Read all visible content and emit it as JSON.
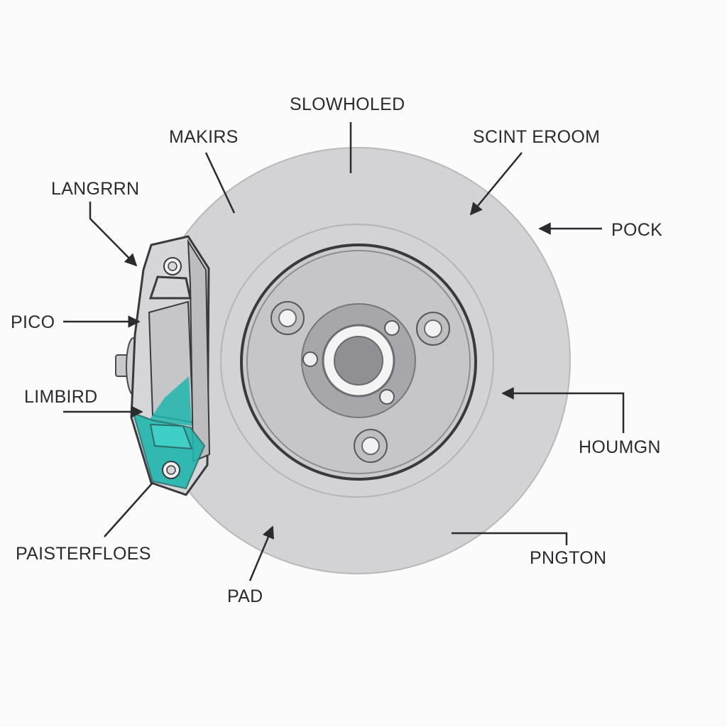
{
  "labels": {
    "slowholed": "SLOWHOLED",
    "makirs": "MAKIRS",
    "scint_eroom": "SCINT EROOM",
    "langrrn": "LANGRRN",
    "pock": "POCK",
    "pico": "PICO",
    "limbird": "LIMBIRD",
    "houmgn": "HOUMGN",
    "paisterfloes": "PAISTERFLOES",
    "pngton": "PNGTON",
    "pad": "PAD"
  },
  "colors": {
    "disc": "#d2d2d4",
    "hub": "#c4c4c7",
    "hub_center": "#9a9a9e",
    "caliper": "#cfcfd2",
    "accent_teal": "#1fb5ad",
    "line": "#2b2b2f",
    "background": "#fbfbfc"
  },
  "icons": {
    "arrow": "arrow-head-icon"
  }
}
